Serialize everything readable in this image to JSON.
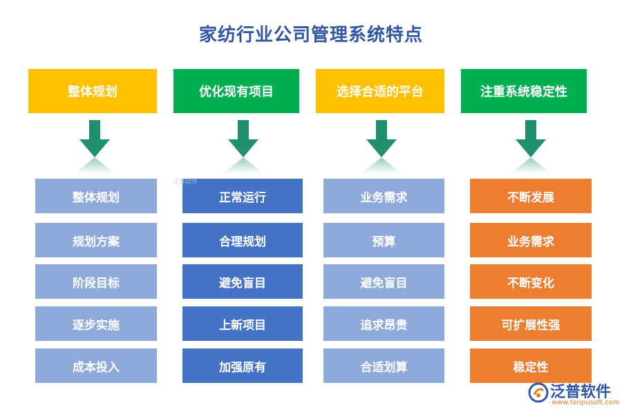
{
  "title": "家纺行业公司管理系统特点",
  "columns": [
    {
      "header": "整体规划",
      "header_color": "#ffc000",
      "items": [
        "整体规划",
        "规划方案",
        "阶段目标",
        "逐步实施",
        "成本投入"
      ],
      "item_color": "#8eaadb"
    },
    {
      "header": "优化现有项目",
      "header_color": "#00b050",
      "items": [
        "正常运行",
        "合理规划",
        "避免盲目",
        "上新项目",
        "加强原有"
      ],
      "item_color": "#4472c4"
    },
    {
      "header": "选择合适的平台",
      "header_color": "#ffc000",
      "items": [
        "业务需求",
        "预算",
        "避免盲目",
        "追求昂贵",
        "合适划算"
      ],
      "item_color": "#8eaadb"
    },
    {
      "header": "注重系统稳定性",
      "header_color": "#00b050",
      "items": [
        "不断发展",
        "业务需求",
        "不断变化",
        "可扩展性强",
        "稳定性"
      ],
      "item_color": "#ed7d31"
    }
  ],
  "arrow_color": "#1f8f6e",
  "logo": {
    "name": "泛普软件",
    "url": "www.fanpusoft.com"
  },
  "watermark": "泛普软件"
}
